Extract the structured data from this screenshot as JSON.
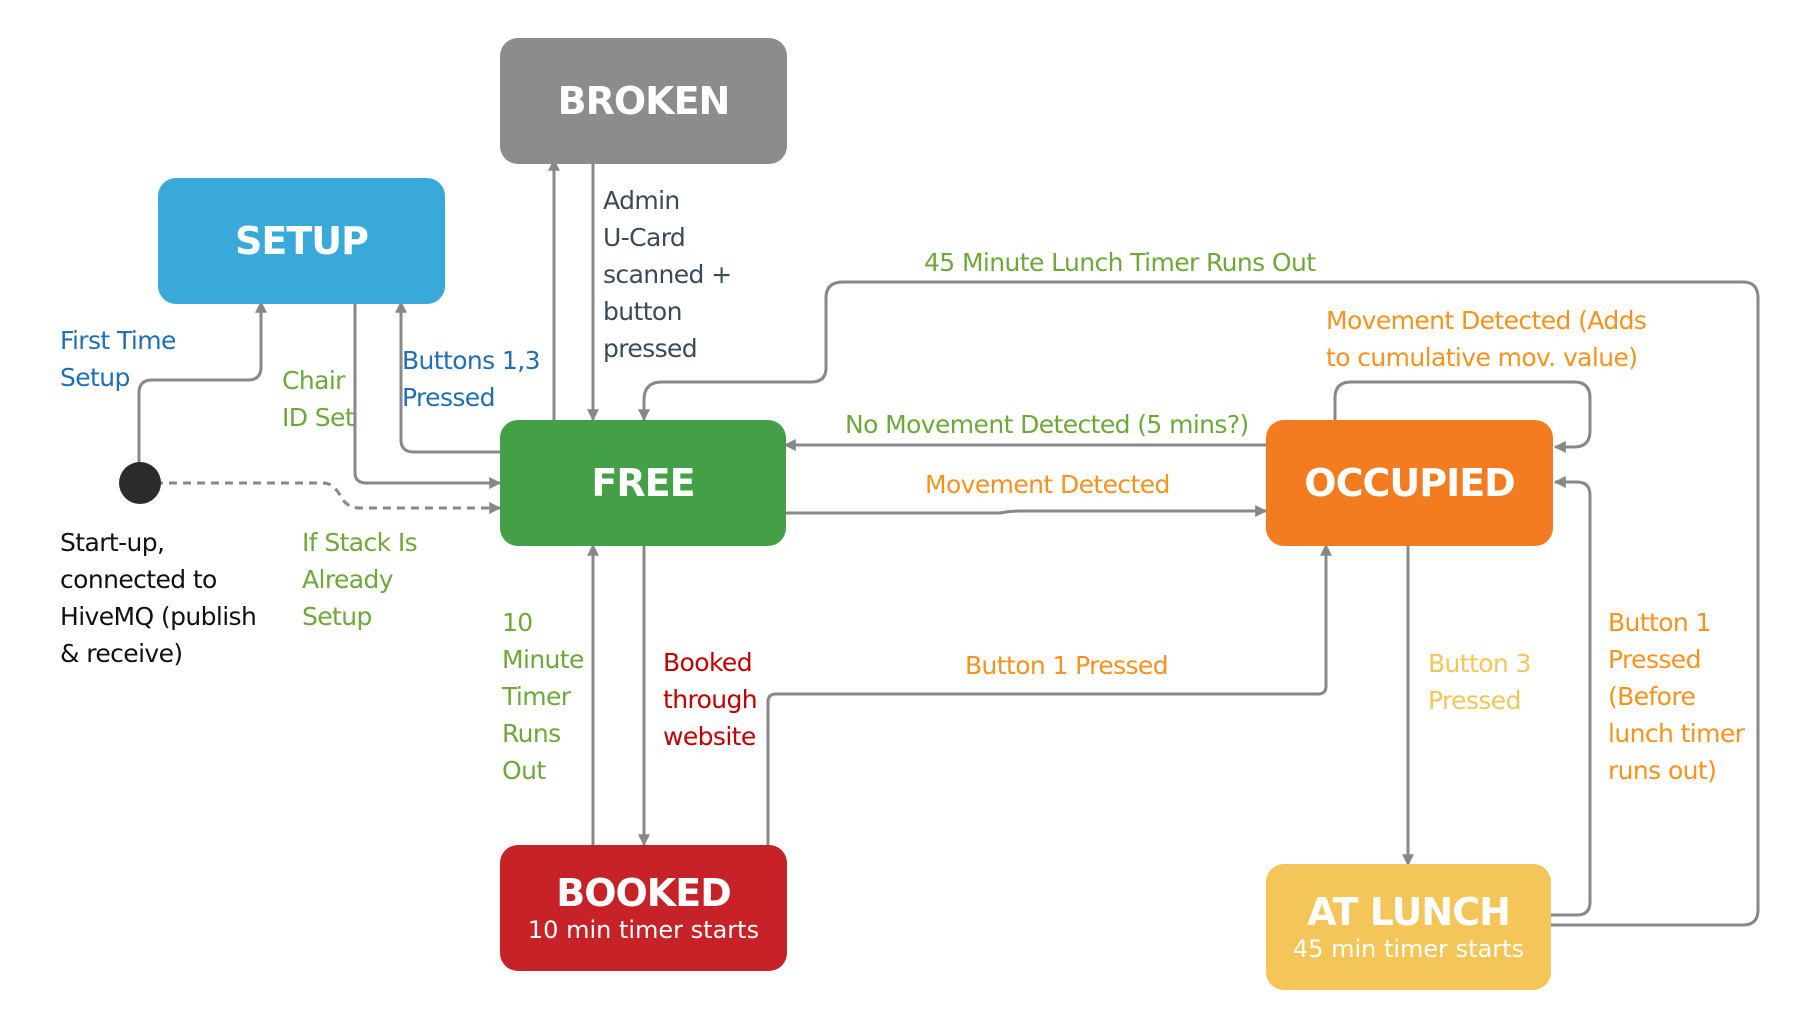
{
  "colors": {
    "arrow": "#888888",
    "dashed": "#888888",
    "start_dot": "#2b2b2b",
    "setup": "#39a9d9",
    "broken": "#8c8c8c",
    "free": "#43a047",
    "occupied": "#f37b20",
    "booked": "#c62228",
    "at_lunch": "#f4c65a",
    "blue_text": "#1f6fb5",
    "green_text": "#6ea83a",
    "orange_text": "#f6921e",
    "light_orange_text": "#f4c65a",
    "red_text": "#c00000",
    "dark_text": "#3a4a5c",
    "black_text": "#111111"
  },
  "states": {
    "setup": {
      "title": "SETUP"
    },
    "broken": {
      "title": "BROKEN"
    },
    "free": {
      "title": "FREE"
    },
    "occupied": {
      "title": "OCCUPIED"
    },
    "booked": {
      "title": "BOOKED",
      "subtitle": "10 min timer starts"
    },
    "at_lunch": {
      "title": "AT LUNCH",
      "subtitle": "45 min timer starts"
    }
  },
  "labels": {
    "first_time_setup": [
      "First Time",
      "Setup"
    ],
    "chair_id_set": [
      "Chair",
      "ID Set"
    ],
    "buttons_1_3": [
      "Buttons 1,3",
      "Pressed"
    ],
    "startup": [
      "Start-up,",
      "connected to",
      "HiveMQ (publish",
      "& receive)"
    ],
    "if_stack": [
      "If Stack Is",
      "Already",
      "Setup"
    ],
    "admin": [
      "Admin",
      "U-Card",
      "scanned +",
      "button",
      "pressed"
    ],
    "lunch_timer_runs_out": [
      "45 Minute Lunch Timer Runs Out"
    ],
    "movement_adds": [
      "Movement Detected (Adds",
      "to cumulative mov. value)"
    ],
    "no_movement": [
      "No Movement Detected (5 mins?)"
    ],
    "movement_detected": [
      "Movement Detected"
    ],
    "ten_min_timer": [
      "10",
      "Minute",
      "Timer",
      "Runs",
      "Out"
    ],
    "booked_through": [
      "Booked",
      "through",
      "website"
    ],
    "button1_pressed": [
      "Button 1 Pressed"
    ],
    "button3_pressed": [
      "Button 3",
      "Pressed"
    ],
    "button1_before": [
      "Button 1",
      "Pressed",
      "(Before",
      "lunch timer",
      "runs out)"
    ]
  }
}
